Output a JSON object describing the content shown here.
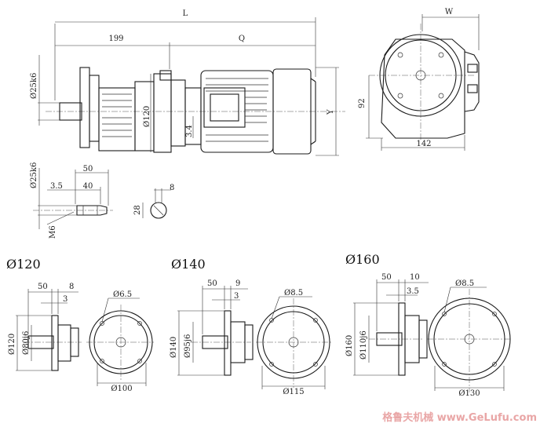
{
  "main": {
    "overall_length": "L",
    "shaft_to_motor": "199",
    "motor_length": "Q",
    "shaft_dia": "Ø25k6",
    "housing_dia": "Ø120",
    "offset": "3.4",
    "height_y": "Y",
    "width_w": "W",
    "dim_92": "92",
    "dim_142": "142"
  },
  "shaft_detail": {
    "shaft_dia": "Ø25k6",
    "len_50": "50",
    "len_40": "40",
    "len_35": "3.5",
    "thread": "M6",
    "key_8": "8",
    "key_28": "28"
  },
  "flanges": [
    {
      "title": "Ø120",
      "a": "50",
      "b": "8",
      "c": "3",
      "d1": "Ø120",
      "d2": "Ø80j6",
      "hole": "Ø6.5",
      "pcd": "Ø100"
    },
    {
      "title": "Ø140",
      "a": "50",
      "b": "9",
      "c": "3",
      "d1": "Ø140",
      "d2": "Ø95j6",
      "hole": "Ø8.5",
      "pcd": "Ø115"
    },
    {
      "title": "Ø160",
      "a": "50",
      "b": "10",
      "c": "3.5",
      "d1": "Ø160",
      "d2": "Ø110j6",
      "hole": "Ø8.5",
      "pcd": "Ø130"
    }
  ],
  "watermark": "格鲁夫机械  www.GeLufu.com"
}
